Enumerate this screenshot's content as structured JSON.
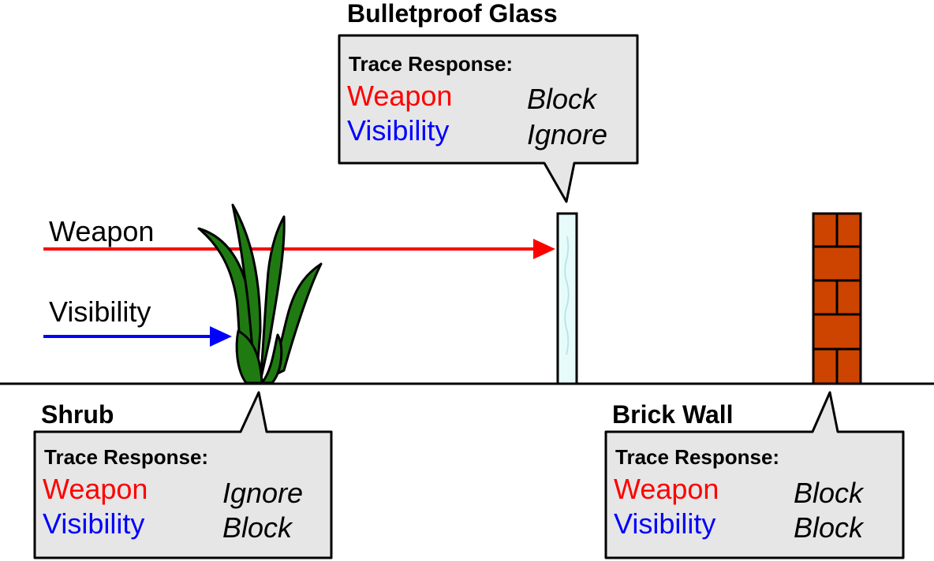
{
  "rays": [
    {
      "label": "Weapon",
      "color": "#ff0000"
    },
    {
      "label": "Visibility",
      "color": "#0000ff"
    }
  ],
  "objects": {
    "shrub": {
      "title": "Shrub",
      "heading": "Trace Response:",
      "rows": [
        {
          "channel": "Weapon",
          "response": "Ignore",
          "color": "#ff0000"
        },
        {
          "channel": "Visibility",
          "response": "Block",
          "color": "#0000ff"
        }
      ]
    },
    "glass": {
      "title": "Bulletproof Glass",
      "heading": "Trace Response:",
      "rows": [
        {
          "channel": "Weapon",
          "response": "Block",
          "color": "#ff0000"
        },
        {
          "channel": "Visibility",
          "response": "Ignore",
          "color": "#0000ff"
        }
      ]
    },
    "wall": {
      "title": "Brick Wall",
      "heading": "Trace Response:",
      "rows": [
        {
          "channel": "Weapon",
          "response": "Block",
          "color": "#ff0000"
        },
        {
          "channel": "Visibility",
          "response": "Block",
          "color": "#0000ff"
        }
      ]
    }
  },
  "colors": {
    "callout_fill": "#e6e6e6",
    "shrub_green": "#1f7a12",
    "glass_fill": "#e8fbfb",
    "brick": "#cc4400"
  }
}
